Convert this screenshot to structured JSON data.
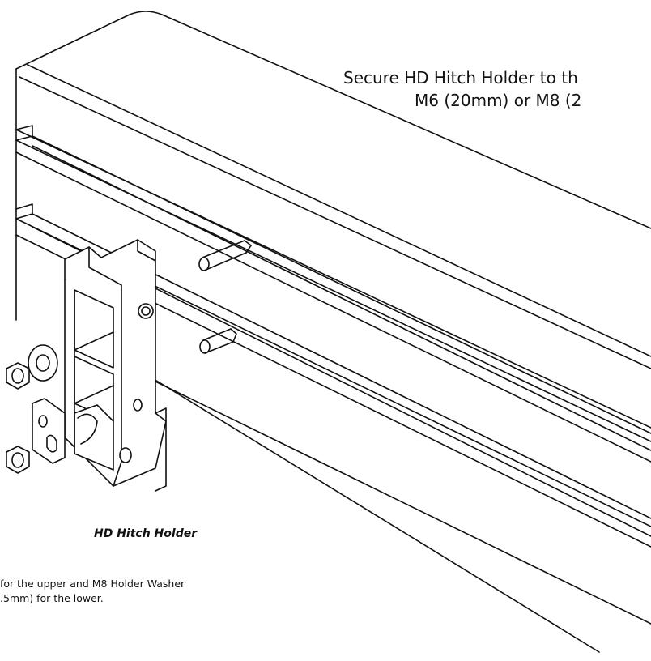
{
  "heading": {
    "line_1": "Secure HD Hitch Holder to th",
    "line_2": "M6 (20mm) or M8 (2"
  },
  "component_label": "HD Hitch Holder",
  "note": {
    "line_1": "for the upper and M8 Holder Washer",
    "line_2": ".5mm) for the lower."
  },
  "colors": {
    "line": "#111111",
    "background": "#ffffff"
  }
}
